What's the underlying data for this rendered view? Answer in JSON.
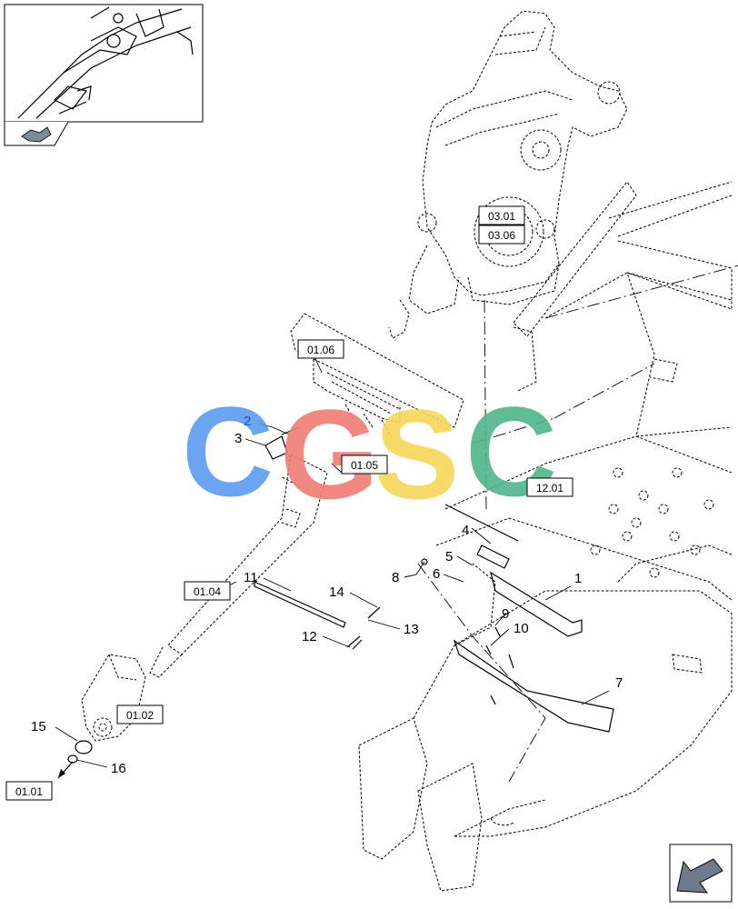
{
  "diagram": {
    "watermark_letters": [
      "C",
      "G",
      "S",
      "C"
    ],
    "watermark_colors": [
      "#5b9bf0",
      "#f07c74",
      "#f7d65a",
      "#4fb58a"
    ],
    "part_numbers": [
      "1",
      "2",
      "3",
      "4",
      "5",
      "6",
      "7",
      "8",
      "9",
      "10",
      "11",
      "12",
      "13",
      "14",
      "15",
      "16"
    ],
    "reference_boxes": [
      "03.01",
      "03.06",
      "01.06",
      "01.05",
      "12.01",
      "01.04",
      "01.02",
      "01.01"
    ],
    "nav_icons": [
      "inset-view-icon",
      "back-arrow-icon",
      "page-return-arrow-icon"
    ]
  }
}
